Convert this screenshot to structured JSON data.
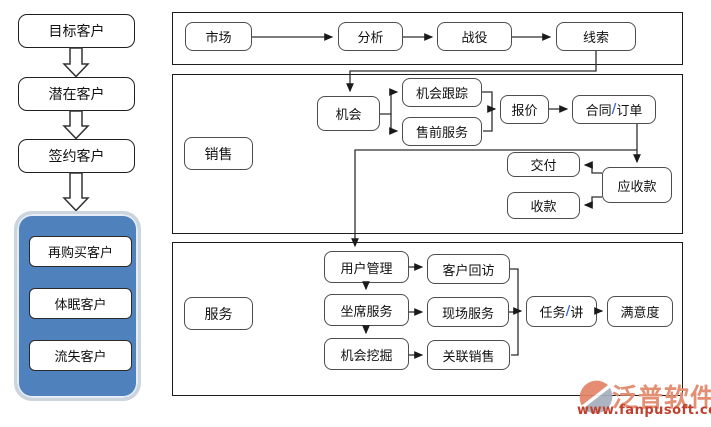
{
  "left_flow": {
    "stages": [
      {
        "label": "目标客户"
      },
      {
        "label": "潜在客户"
      },
      {
        "label": "签约客户"
      }
    ],
    "loop_group": {
      "items": [
        {
          "label": "再购买客户"
        },
        {
          "label": "体眠客户"
        },
        {
          "label": "流失客户"
        }
      ]
    }
  },
  "market_row": {
    "nodes": [
      {
        "label": "市场"
      },
      {
        "label": "分析"
      },
      {
        "label": "战役"
      },
      {
        "label": "线索"
      }
    ]
  },
  "sales_row": {
    "label": "销售",
    "nodes": {
      "opportunity": "机会",
      "tracking": "机会跟踪",
      "presales": "售前服务",
      "quote": "报价",
      "contract_pre": "合同",
      "contract_slash": "/",
      "contract_post": "订单",
      "delivery": "交付",
      "receivable": "应收款",
      "payment": "收款"
    }
  },
  "service_row": {
    "label": "服务",
    "nodes": {
      "user_mgmt": "用户管理",
      "seat_service": "坐席服务",
      "opp_mining": "机会挖掘",
      "customer_visit": "客户回访",
      "field_service": "现场服务",
      "related_sales": "关联销售",
      "task_pre": "任务",
      "task_slash": "/",
      "task_post": "讲",
      "satisfaction": "满意度"
    }
  },
  "watermark": {
    "brand": "泛普软件",
    "url": "www.fanpusoft.com"
  },
  "colors": {
    "group_blue": "#4f81bd",
    "slash_blue": "#3e6fc4",
    "brand_orange": "#e28f74",
    "url_red": "#c0402e",
    "icon_gray": "#a6aebc"
  }
}
